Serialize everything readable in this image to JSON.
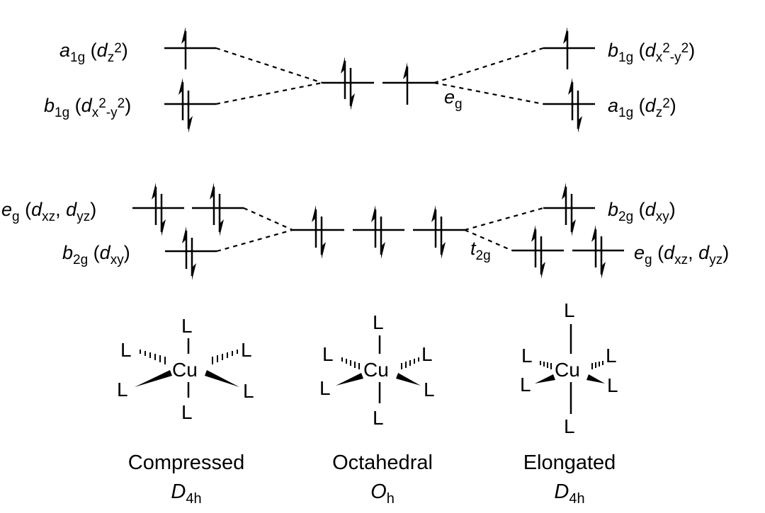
{
  "labels": {
    "a1g_comp": {
      "sym": "a",
      "sub": "1g",
      "orb": "d",
      "orbsub": "z",
      "sup": "2"
    },
    "b1g_comp": {
      "sym": "b",
      "sub": "1g",
      "orb": "d",
      "orbsub": "x",
      "sup1": "2",
      "dash": "-y",
      "sup2": "2"
    },
    "eg_comp": {
      "sym": "e",
      "sub": "g",
      "orb1": "d",
      "orbsub1": "xz",
      "comma": ", ",
      "orb2": "d",
      "orbsub2": "yz"
    },
    "b2g_comp": {
      "sym": "b",
      "sub": "2g",
      "orb": "d",
      "orbsub": "xy"
    },
    "eg_oct": {
      "sym": "e",
      "sub": "g"
    },
    "t2g_oct": {
      "sym": "t",
      "sub": "2g"
    },
    "b1g_elong": {
      "sym": "b",
      "sub": "1g",
      "orb": "d",
      "orbsub": "x",
      "sup1": "2",
      "dash": "-y",
      "sup2": "2"
    },
    "a1g_elong": {
      "sym": "a",
      "sub": "1g",
      "orb": "d",
      "orbsub": "z",
      "sup": "2"
    },
    "b2g_elong": {
      "sym": "b",
      "sub": "2g",
      "orb": "d",
      "orbsub": "xy"
    },
    "eg_elong": {
      "sym": "e",
      "sub": "g",
      "orb1": "d",
      "orbsub1": "xz",
      "comma": ", ",
      "orb2": "d",
      "orbsub2": "yz"
    }
  },
  "complexes": [
    {
      "name": "Compressed",
      "group": "D",
      "group_sub": "4h",
      "metal": "Cu",
      "ligand": "L"
    },
    {
      "name": "Octahedral",
      "group": "O",
      "group_sub": "h",
      "metal": "Cu",
      "ligand": "L"
    },
    {
      "name": "Elongated",
      "group": "D",
      "group_sub": "4h",
      "metal": "Cu",
      "ligand": "L"
    }
  ]
}
